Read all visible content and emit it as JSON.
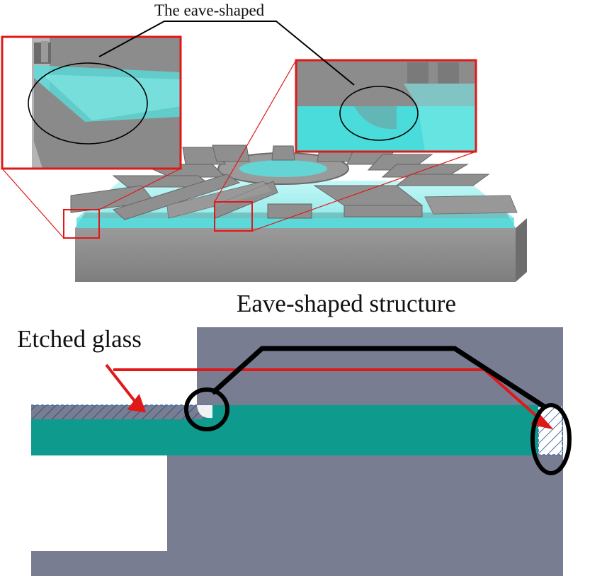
{
  "labels": {
    "top_callout": "The eave-shaped",
    "section_title": "Eave-shaped structure",
    "etched_glass": "Etched glass"
  },
  "colors": {
    "silicon_grey": "#8e8e8e",
    "silicon_dark": "#6a6a6a",
    "glass_cyan": "#59e6e4",
    "cross_section_bg": "#787d92",
    "glass_teal": "#0f9a8e",
    "highlight_red": "#e01818",
    "callout_black": "#000000"
  }
}
